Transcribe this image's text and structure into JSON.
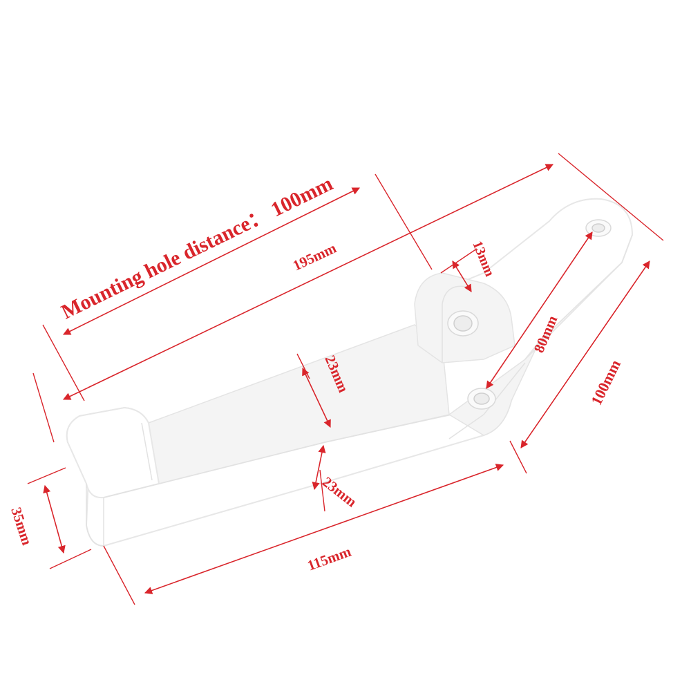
{
  "diagram": {
    "title": "Mounting hole distance： 100mm",
    "dimensions": {
      "overall_length": "195mm",
      "bolt_spacing": "13mm",
      "hole_to_hole": "80mm",
      "end_width": "100mm",
      "arm_height_upper": "23mm",
      "arm_height_lower": "23mm",
      "clamp_height": "35mm",
      "bottom_length": "115mm"
    },
    "colors": {
      "annotation": "#d9252b",
      "part": "#ffffff"
    }
  }
}
